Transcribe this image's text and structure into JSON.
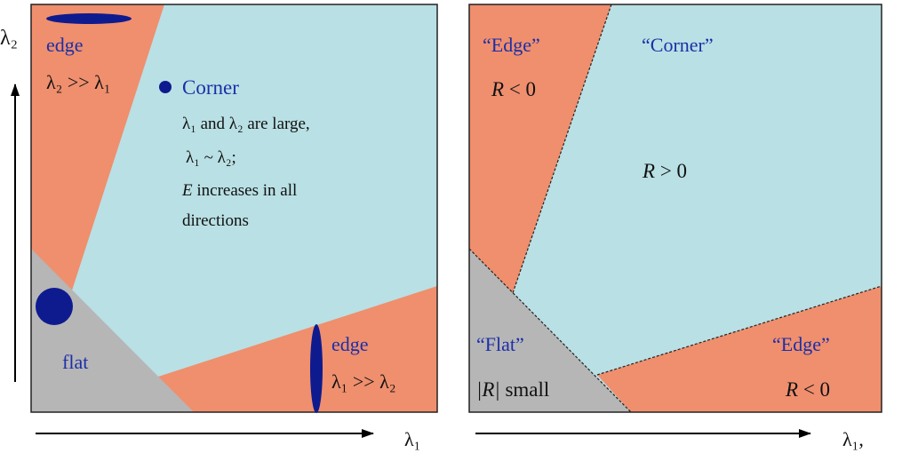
{
  "colors": {
    "corner_region": "#b9e0e4",
    "edge_region": "#ef8f6e",
    "flat_region": "#b6b6b6",
    "ellipse": "#0e1b8f",
    "label_blue": "#1c2fa8",
    "text_dark": "#111111"
  },
  "left_panel": {
    "axis_y_label": "λ₂",
    "axis_x_label": "λ₁",
    "edge_top": {
      "title": "edge",
      "condition": "λ₂ >> λ₁"
    },
    "corner": {
      "title": "Corner",
      "line1": "λ₁ and λ₂ are large,",
      "line2": "λ₁ ~ λ₂;",
      "line3_italic": "E",
      "line3_rest": " increases in all",
      "line4": "directions"
    },
    "flat": {
      "title": "flat"
    },
    "edge_bottom": {
      "title": "edge",
      "condition": "λ₁ >> λ₂"
    }
  },
  "right_panel": {
    "axis_x_label": "λ₁,",
    "edge_top": {
      "title": "“Edge”",
      "condition_var": "R",
      "condition_rest": " < 0"
    },
    "corner": {
      "title": "“Corner”",
      "condition_var": "R",
      "condition_rest": " > 0"
    },
    "flat": {
      "title": "“Flat”",
      "condition_var": "|R|",
      "condition_rest": " small"
    },
    "edge_bottom": {
      "title": "“Edge”",
      "condition_var": "R",
      "condition_rest": " < 0"
    }
  }
}
